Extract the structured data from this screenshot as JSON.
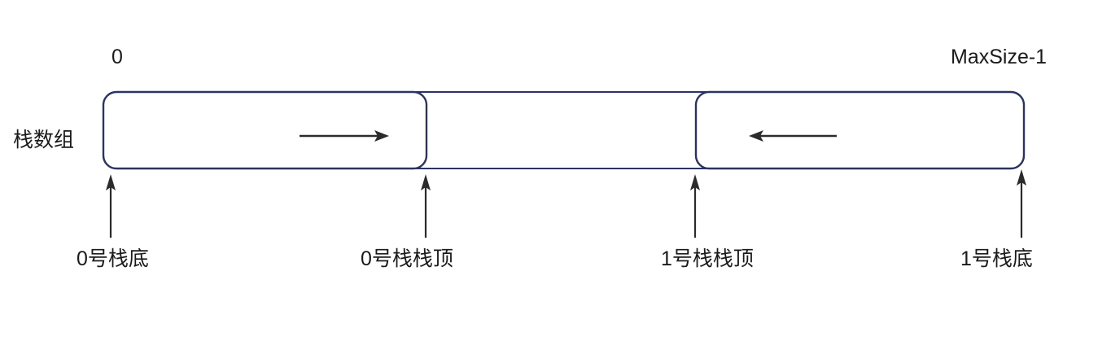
{
  "diagram": {
    "title": "shared-stack-array",
    "colors": {
      "box_stroke": "#2b3363",
      "arrow": "#2b2b2b",
      "text": "#1a1a1a",
      "background": "#ffffff"
    },
    "side_label": "栈数组",
    "index_labels": {
      "start": "0",
      "end": "MaxSize-1"
    },
    "growth_arrows": [
      {
        "name": "stack0-growth",
        "direction": "right"
      },
      {
        "name": "stack1-growth",
        "direction": "left"
      }
    ],
    "pointers": [
      {
        "name": "stack0-bottom",
        "label": "0号栈底"
      },
      {
        "name": "stack0-top",
        "label": "0号栈栈顶"
      },
      {
        "name": "stack1-top",
        "label": "1号栈栈顶"
      },
      {
        "name": "stack1-bottom",
        "label": "1号栈底"
      }
    ]
  }
}
